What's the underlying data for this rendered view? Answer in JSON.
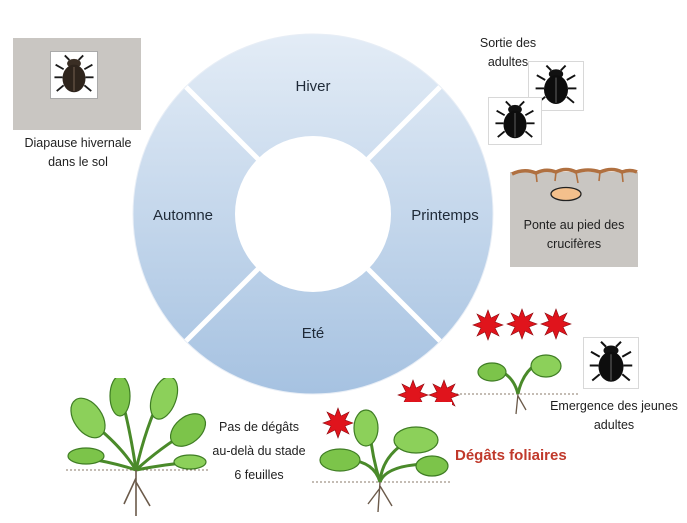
{
  "seasons": {
    "winter": "Hiver",
    "spring": "Printemps",
    "summer": "Eté",
    "autumn": "Automne"
  },
  "labels": {
    "diapause": [
      "Diapause hivernale",
      "dans le sol"
    ],
    "exit_adults": [
      "Sortie des",
      "adultes"
    ],
    "laying": [
      "Ponte au pied des",
      "crucifères"
    ],
    "emergence": [
      "Emergence des jeunes",
      "adultes"
    ],
    "no_damage": [
      "Pas de dégâts",
      "au-delà du stade",
      "6 feuilles"
    ],
    "foliar_damage": "Dégâts foliaires"
  },
  "icons": {
    "beetle": "beetle-icon",
    "damage": "damage-star-icon",
    "egg": "egg-icon",
    "plant": "plant-icon"
  },
  "colors": {
    "wheel_top": "#dfe9f4",
    "wheel_bottom": "#a9c4e2",
    "divider": "#ffffff",
    "damage_red": "#e0141c",
    "damage_text": "#c0392b",
    "soil": "#b07040",
    "leaf": "#6cbf3a"
  }
}
